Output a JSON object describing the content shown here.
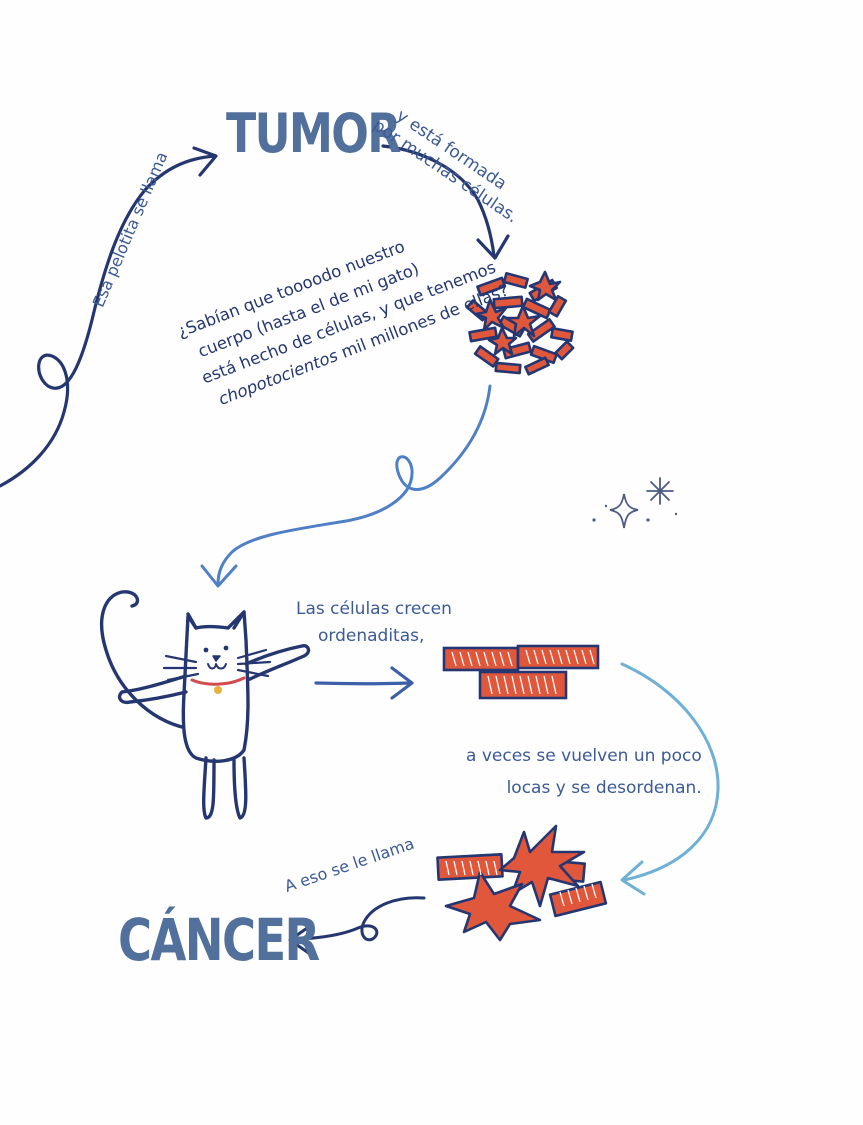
{
  "labels": {
    "tumor": "TUMOR",
    "cancer": "CÁNCER",
    "pelotita": "Esa pelotita se llama",
    "formada_1": "y está formada",
    "formada_2": "por muchas células.",
    "question_1": "¿Sabían que toooodo nuestro",
    "question_2": "cuerpo (hasta el de mi gato)",
    "question_3": "está hecho de células, y que tenemos",
    "question_4a": "chopotocientos",
    "question_4b": " mil millones de ellas?",
    "crecen_1": "Las células crecen",
    "crecen_2": "ordenaditas,",
    "locas_1": "a veces se vuelven un poco",
    "locas_2": "locas y se desordenan.",
    "eso": "A eso se le llama"
  },
  "colors": {
    "title": "#52709c",
    "navy": "#253770",
    "text": "#3c5a95",
    "light_blue": "#6fb0d6",
    "mid_blue": "#4f7fc5",
    "cell_fill": "#e1573b",
    "cell_outline": "#243773",
    "sparkle": "#4d5b83",
    "cat_collar": "#d14b50",
    "cat_bell": "#e9b23d"
  },
  "icons": {
    "cat": "cat-pointing-icon",
    "tumor_ball": "tumor-cell-cluster-icon",
    "ordered_cells": "ordered-cells-icon",
    "disordered_cells": "disordered-cells-icon",
    "sparkles": "sparkles-icon"
  }
}
